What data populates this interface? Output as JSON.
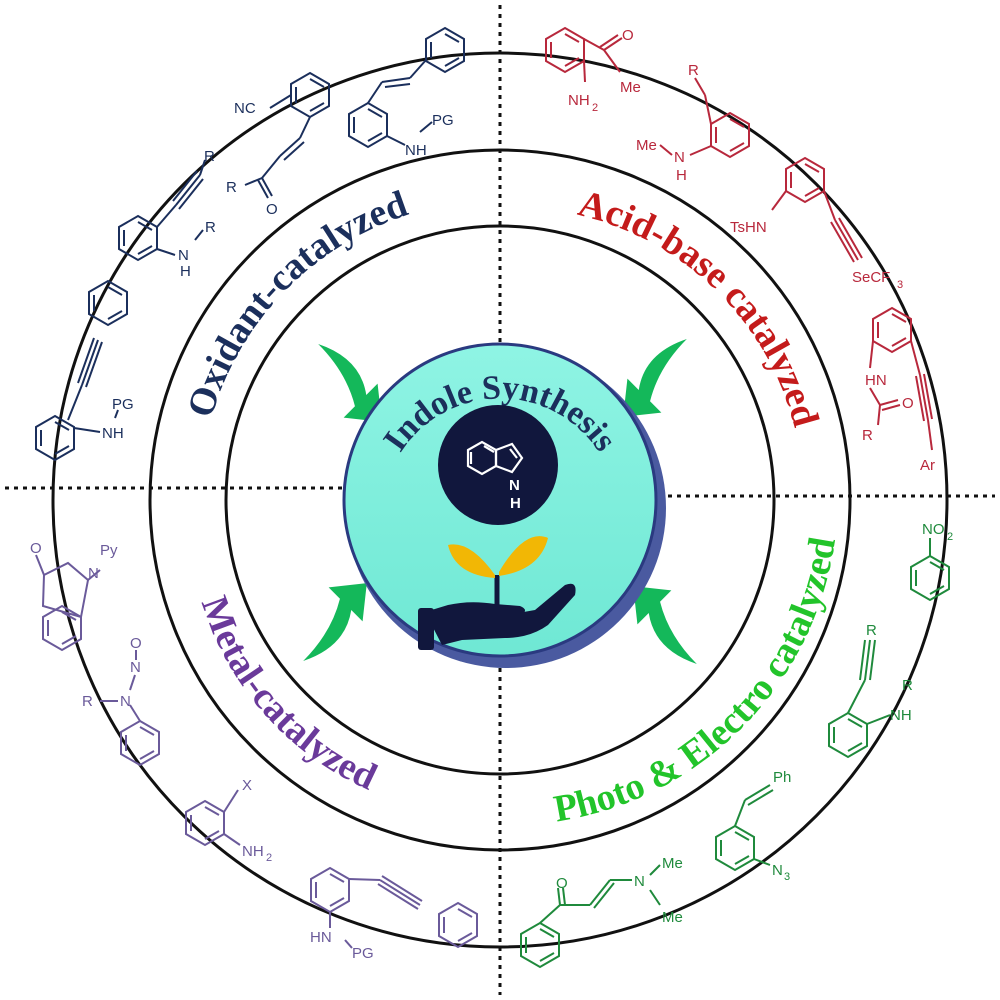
{
  "center": {
    "title": "Indole Synthesis",
    "nh": "N",
    "h": "H"
  },
  "quadrants": {
    "oxidant": {
      "label": "Oxidant-catalyzed",
      "color": "#1b2f5c"
    },
    "acid_base": {
      "label": "Acid-base catalyzed",
      "color": "#c41b1b"
    },
    "photo": {
      "label": "Photo & Electro catalyzed",
      "color": "#22c42a"
    },
    "metal": {
      "label": "Metal-catalyzed",
      "color": "#6a3a9a"
    }
  },
  "molecules": {
    "oxidant": [
      {
        "t1": "NC"
      },
      {
        "t1": "R",
        "t2": "O"
      },
      {
        "t1": "PG",
        "t2": "NH"
      },
      {
        "t1": "R"
      },
      {
        "t1": "R",
        "t2": "N",
        "t3": "H"
      },
      {
        "t1": "PG",
        "t2": "NH"
      }
    ],
    "acid_base": [
      {
        "t1": "O",
        "t2": "Me",
        "t3": "NH",
        "t4": "2"
      },
      {
        "t1": "R",
        "t2": "Me",
        "t3": "N",
        "t4": "H"
      },
      {
        "t1": "TsHN",
        "t2": "SeCF",
        "t3": "3"
      },
      {
        "t1": "HN",
        "t2": "O",
        "t3": "R",
        "t4": "Ar"
      }
    ],
    "photo": [
      {
        "t1": "NO",
        "t2": "2"
      },
      {
        "t1": "R",
        "t2": "R",
        "t3": "NH"
      },
      {
        "t1": "Ph",
        "t2": "N",
        "t3": "3"
      },
      {
        "t1": "O",
        "t2": "N",
        "t3": "Me",
        "t4": "Me"
      }
    ],
    "metal": [
      {
        "t1": "O",
        "t2": "N",
        "t3": "Py"
      },
      {
        "t1": "O",
        "t2": "N",
        "t3": "R",
        "t4": "N"
      },
      {
        "t1": "X",
        "t2": "NH",
        "t3": "2"
      },
      {
        "t1": "HN",
        "t2": "PG"
      }
    ]
  },
  "colors": {
    "teal_center": "#7ff0de",
    "navy": "#1b2f5c",
    "arrow_green": "#14b85a",
    "leaf_gold": "#f2b705",
    "oxidant_struct": "#1b2f5c",
    "acid_struct": "#b8283c",
    "photo_struct": "#1f8a3c",
    "metal_struct": "#6a5a9a"
  }
}
